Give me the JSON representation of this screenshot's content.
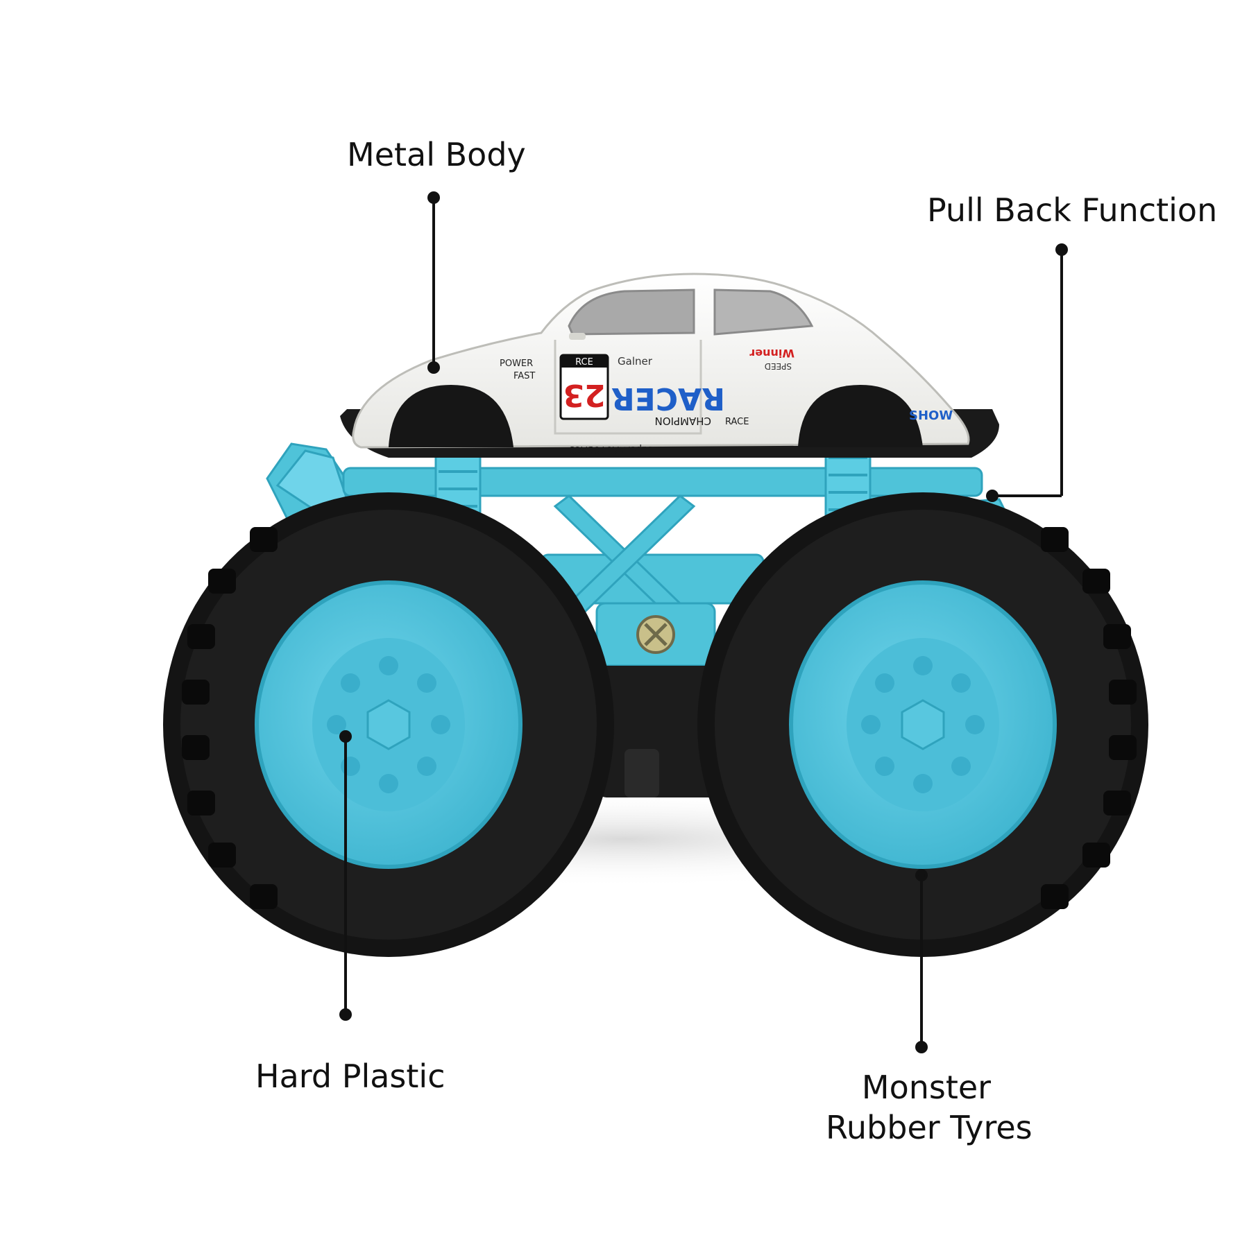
{
  "callouts": {
    "metal_body": "Metal Body",
    "pull_back": "Pull Back Function",
    "hard_plastic": "Hard Plastic",
    "rubber_tyres_line1": "Monster",
    "rubber_tyres_line2": "Rubber Tyres"
  },
  "car_decals": {
    "race_number": "23",
    "brand": "RACER",
    "sub_brand": "CHAMPION",
    "tag_race": "RACE",
    "tag_show": "SHOW",
    "tag_super": "super☆AUTOBACS",
    "tag_winner": "Winner",
    "tag_speed": "SPEED",
    "tag_rce": "RCE",
    "tag_power": "POWER",
    "tag_fast": "FAST",
    "tag_eaine": "Galner"
  },
  "colors": {
    "chassis": "#4fc3d9",
    "chassis_dark": "#2fa3bd",
    "wheel_hub": "#52c5de",
    "tyre": "#141414",
    "body": "#f4f4f1",
    "line": "#111111",
    "decal_blue": "#1f5fc8",
    "decal_red": "#d32020"
  }
}
